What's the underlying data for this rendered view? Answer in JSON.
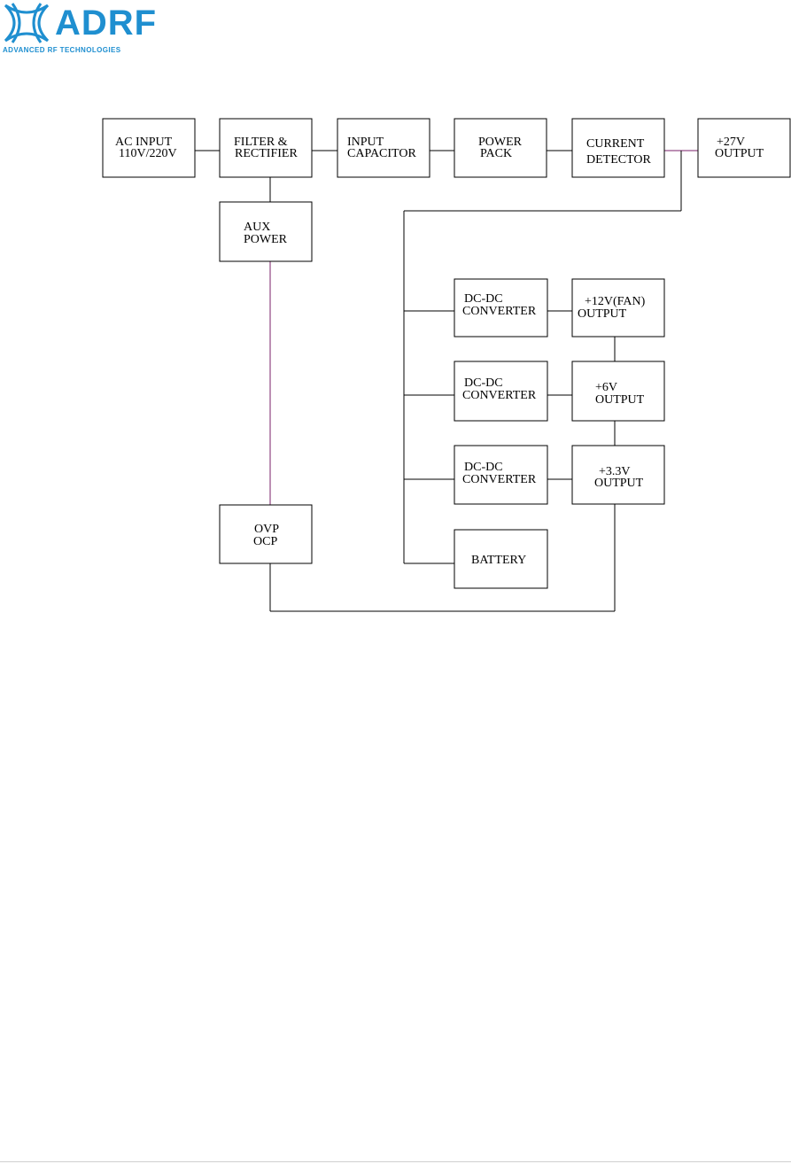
{
  "logo": {
    "wordmark": "ADRF",
    "tagline": "ADVANCED RF TECHNOLOGIES",
    "brand_color": "#1f8fd0"
  },
  "diagram": {
    "line_color": "#000000",
    "aux_line_color": "#7a1f6a",
    "blocks": {
      "ac_input": [
        "AC INPUT",
        "110V/220V"
      ],
      "filter_rectifier": [
        "FILTER &",
        "RECTIFIER"
      ],
      "input_capacitor": [
        "INPUT",
        "CAPACITOR"
      ],
      "power_pack": [
        "POWER",
        "PACK"
      ],
      "current_detector": [
        "CURRENT",
        "DETECTOR"
      ],
      "out_27v": [
        "+27V",
        "OUTPUT"
      ],
      "aux_power": [
        "AUX",
        "POWER"
      ],
      "dcdc_1": [
        "DC-DC",
        "CONVERTER"
      ],
      "dcdc_2": [
        "DC-DC",
        "CONVERTER"
      ],
      "dcdc_3": [
        "DC-DC",
        "CONVERTER"
      ],
      "battery": [
        "BATTERY"
      ],
      "out_12v": [
        "+12V(FAN)",
        "OUTPUT"
      ],
      "out_6v": [
        "+6V",
        "OUTPUT"
      ],
      "out_33v": [
        "+3.3V",
        "OUTPUT"
      ],
      "ovp_ocp": [
        "OVP",
        "OCP"
      ]
    }
  }
}
